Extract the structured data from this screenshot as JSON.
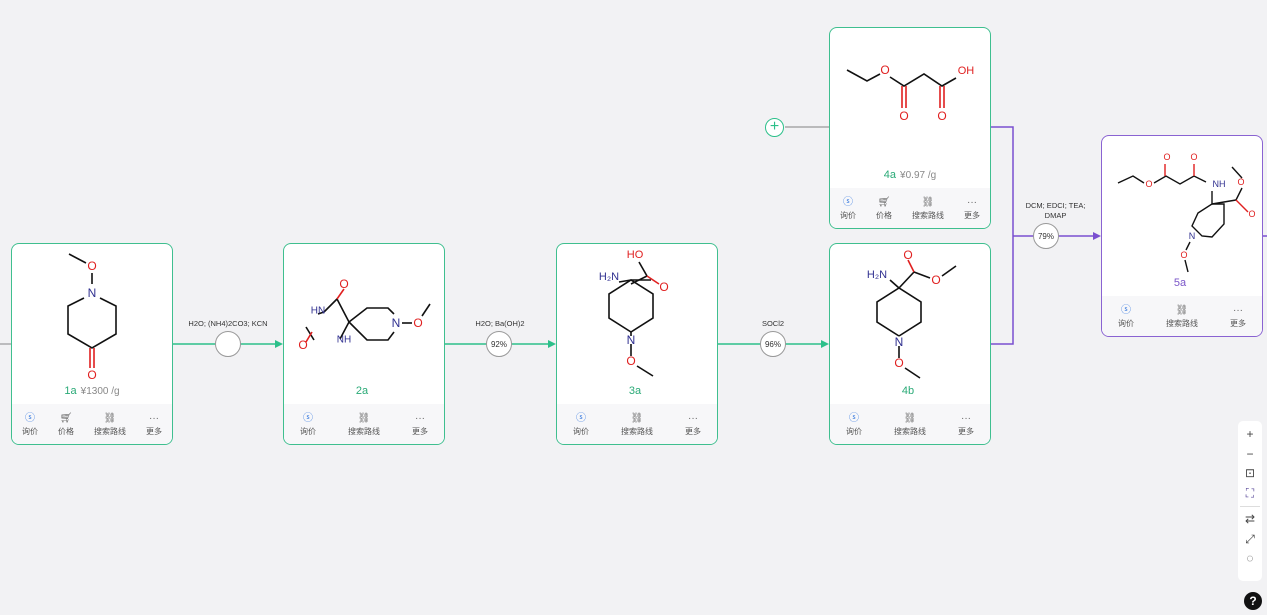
{
  "colors": {
    "green": "#3fbf8f",
    "purple": "#8a63d2"
  },
  "actions": {
    "inquiry": "询价",
    "price": "价格",
    "search_route": "搜索路线",
    "more": "更多"
  },
  "compounds": [
    {
      "id": "1a",
      "price": "¥1300 /g"
    },
    {
      "id": "2a",
      "price": ""
    },
    {
      "id": "3a",
      "price": ""
    },
    {
      "id": "4b",
      "price": ""
    },
    {
      "id": "4a",
      "price": "¥0.97 /g"
    },
    {
      "id": "5a",
      "price": ""
    }
  ],
  "reactions": [
    {
      "conditions": "H2O; (NH4)2CO3; KCN",
      "yield": ""
    },
    {
      "conditions": "H2O; Ba(OH)2",
      "yield": "92%"
    },
    {
      "conditions": "SOCl2",
      "yield": "96%"
    },
    {
      "conditions": "DCM; EDCI; TEA; DMAP",
      "yield": "79%"
    }
  ],
  "atoms": {
    "O": "O",
    "N": "N",
    "OH": "OH",
    "HO": "HO",
    "NH": "NH",
    "HN": "HN",
    "H2N": "H₂N"
  },
  "toolbar": {
    "zoom_in": "+",
    "zoom_out": "−",
    "fit": "⊡",
    "fullscreen": "⛶",
    "swap": "⇄",
    "route": "⤢",
    "lasso": "◌",
    "help": "?"
  }
}
